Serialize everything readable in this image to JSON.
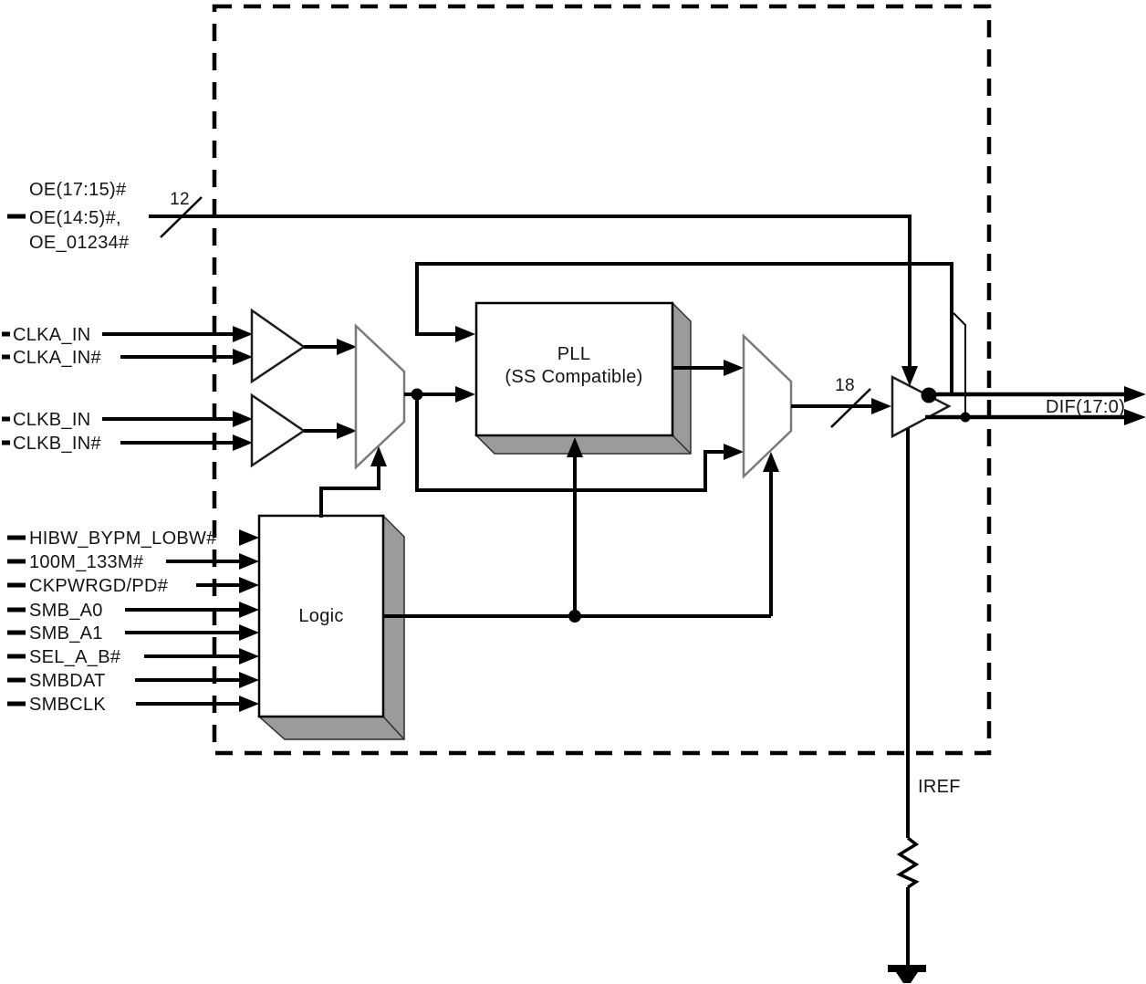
{
  "diagram": {
    "type": "clock-generator-block-diagram",
    "oe_input": {
      "label_line1": "OE(17:15)#",
      "label_line2": "OE(14:5)#,",
      "label_line3": "OE_01234#",
      "bus_width": "12"
    },
    "clock_inputs": {
      "clka_in": "CLKA_IN",
      "clka_in_b": "CLKA_IN#",
      "clkb_in": "CLKB_IN",
      "clkb_in_b": "CLKB_IN#"
    },
    "control_inputs": [
      "HIBW_BYPM_LOBW#",
      "100M_133M#",
      "CKPWRGD/PD#",
      "SMB_A0",
      "SMB_A1",
      "SEL_A_B#",
      "SMBDAT",
      "SMBCLK"
    ],
    "blocks": {
      "pll_line1": "PLL",
      "pll_line2": "(SS Compatible)",
      "logic": "Logic"
    },
    "output": {
      "label": "DIF(17:0)",
      "bus_width": "18"
    },
    "iref_label": "IREF",
    "colors": {
      "line": "#000000",
      "text": "#141414",
      "block_shadow": "#9b9b9b",
      "mux_outline": "#7a7a7a",
      "background": "#ffffff"
    }
  }
}
